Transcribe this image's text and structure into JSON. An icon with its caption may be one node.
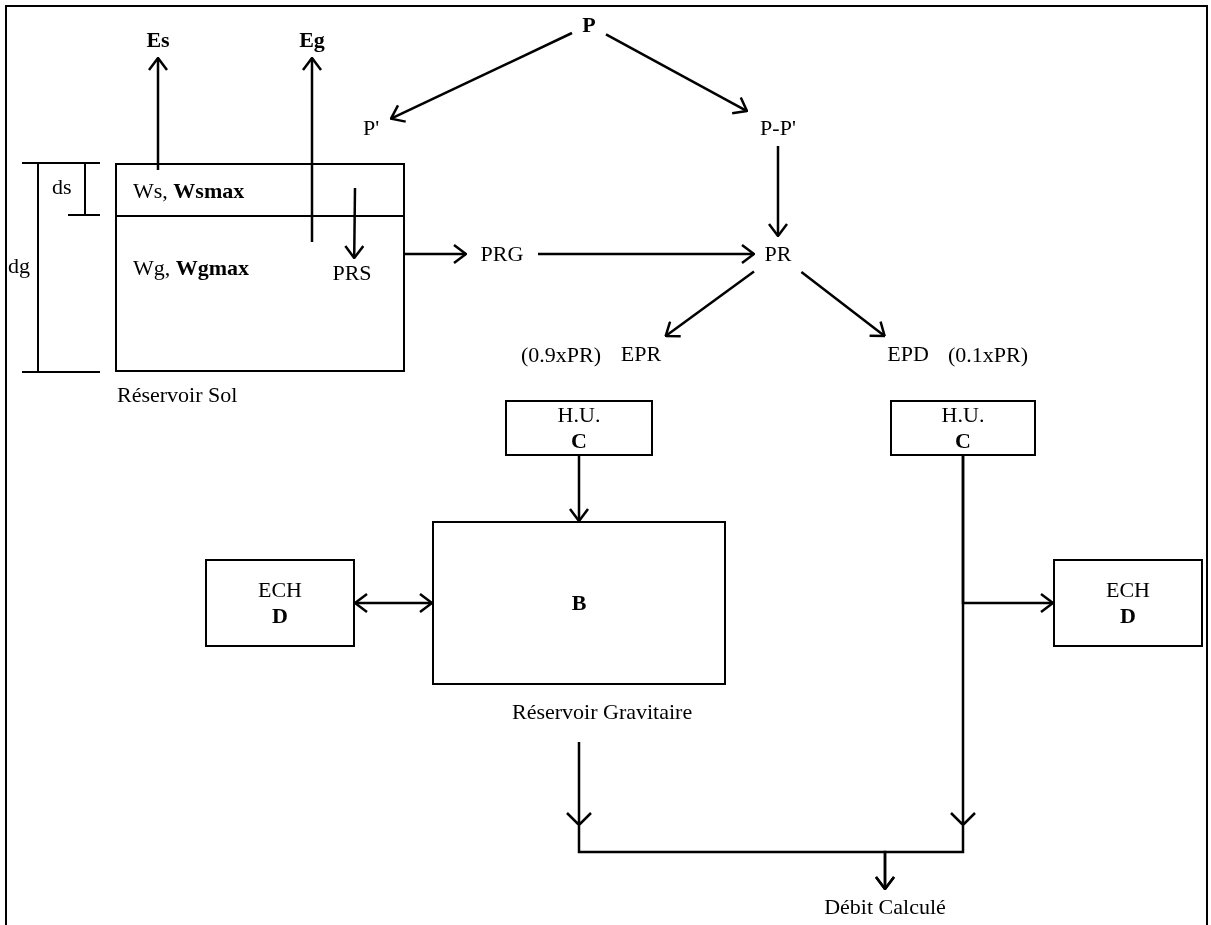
{
  "diagram": {
    "nodes": [
      {
        "text": [
          "Es"
        ]
      },
      {
        "text": [
          "Eg"
        ]
      },
      {
        "text": [
          "P"
        ]
      },
      {
        "text": [
          "P'"
        ]
      },
      {
        "text": [
          "P-P'"
        ]
      },
      {
        "text": [
          "Réservoir Sol"
        ]
      },
      {
        "text": [
          "Ws, **Wsmax**"
        ],
        "in": 5
      },
      {
        "text": [
          "Wg, **Wgmax**"
        ],
        "in": 5
      },
      {
        "text": [
          "PRS"
        ],
        "in": 7
      },
      {
        "text": [
          "PRG"
        ]
      },
      {
        "text": [
          "PR"
        ]
      },
      {
        "text": [
          "EPR"
        ],
        "beside": [
          "(0.9xPR)"
        ]
      },
      {
        "text": [
          "EPD"
        ],
        "beside": [
          "(0.1xPR)"
        ]
      },
      {
        "text": [
          "H.U.",
          "C"
        ]
      },
      {
        "text": [
          "H.U.",
          "C"
        ]
      },
      {
        "text": [
          "B",
          "Réservoir Gravitaire"
        ]
      },
      {
        "text": [
          "ECH",
          "D"
        ]
      },
      {
        "text": [
          "ECH",
          "D"
        ]
      },
      {
        "text": [
          "Débit Calculé"
        ]
      }
    ],
    "edges": [
      {
        "from": 6,
        "to": 0,
        "arrow": "to"
      },
      {
        "from": 7,
        "to": 1,
        "arrow": "to"
      },
      {
        "from": 2,
        "to": 3,
        "arrow": "to"
      },
      {
        "from": 2,
        "to": 4,
        "arrow": "to"
      },
      {
        "from": 5,
        "to": 8,
        "arrow": "to"
      },
      {
        "from": 5,
        "to": 9,
        "arrow": "to"
      },
      {
        "from": 9,
        "to": 10,
        "arrow": "to"
      },
      {
        "from": 4,
        "to": 10,
        "arrow": "to"
      },
      {
        "from": 10,
        "to": 11,
        "arrow": "to"
      },
      {
        "from": 10,
        "to": 12,
        "arrow": "to"
      },
      {
        "from": 13,
        "to": 15,
        "arrow": "to"
      },
      {
        "from": 16,
        "to": 15,
        "arrow": "both"
      },
      {
        "from": 14,
        "to": 17,
        "arrow": "to"
      },
      {
        "from": 15,
        "to": 18,
        "arrow": "to"
      },
      {
        "from": 14,
        "to": 18,
        "arrow": "to"
      }
    ],
    "labels": [
      "ds",
      "dg"
    ]
  }
}
